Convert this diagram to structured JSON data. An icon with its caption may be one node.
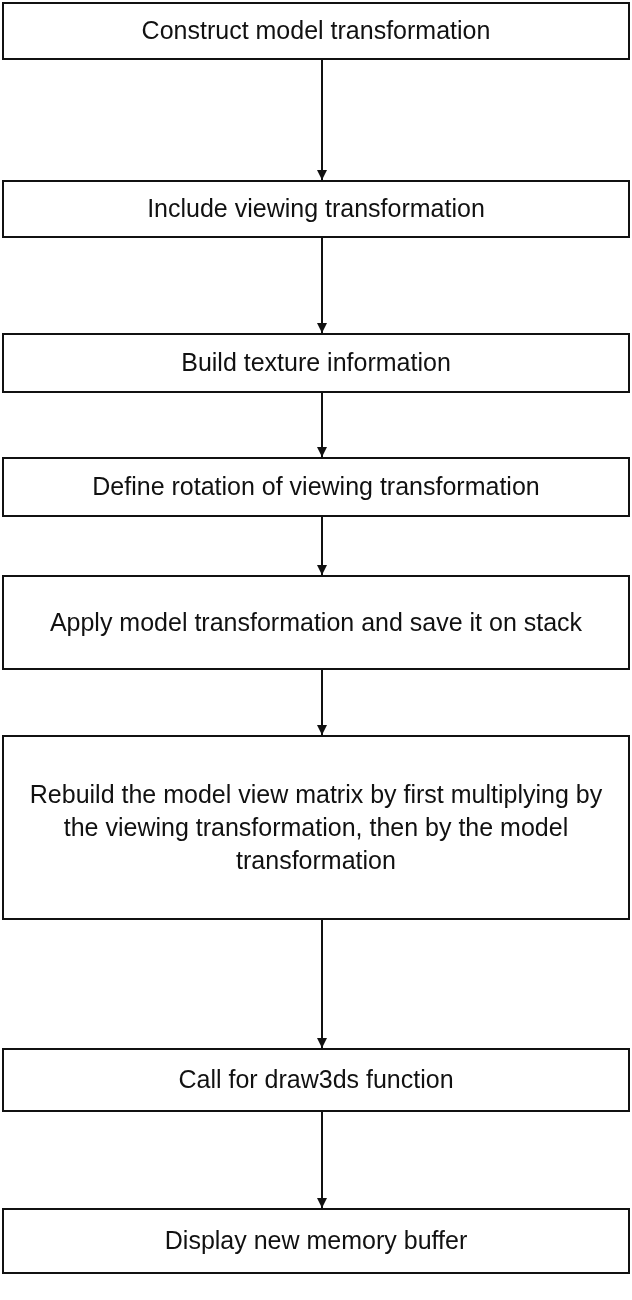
{
  "diagram": {
    "nodes": [
      {
        "text": [
          "Construct model transformation"
        ]
      },
      {
        "text": [
          "Include viewing transformation"
        ]
      },
      {
        "text": [
          "Build texture information"
        ]
      },
      {
        "text": [
          "Define rotation of viewing transformation"
        ]
      },
      {
        "text": [
          "Apply model transformation and save it on stack"
        ]
      },
      {
        "text": [
          "Rebuild the model view matrix by first multiplying by the viewing transformation, then by the model transformation"
        ]
      },
      {
        "text": [
          "Call for draw3ds function"
        ]
      },
      {
        "text": [
          "Display new memory buffer"
        ]
      }
    ],
    "edges": [
      {
        "from": 0,
        "to": 1,
        "arrow": "to"
      },
      {
        "from": 1,
        "to": 2,
        "arrow": "to"
      },
      {
        "from": 2,
        "to": 3,
        "arrow": "to"
      },
      {
        "from": 3,
        "to": 4,
        "arrow": "to"
      },
      {
        "from": 4,
        "to": 5,
        "arrow": "to"
      },
      {
        "from": 5,
        "to": 6,
        "arrow": "to"
      },
      {
        "from": 6,
        "to": 7,
        "arrow": "to"
      }
    ]
  }
}
